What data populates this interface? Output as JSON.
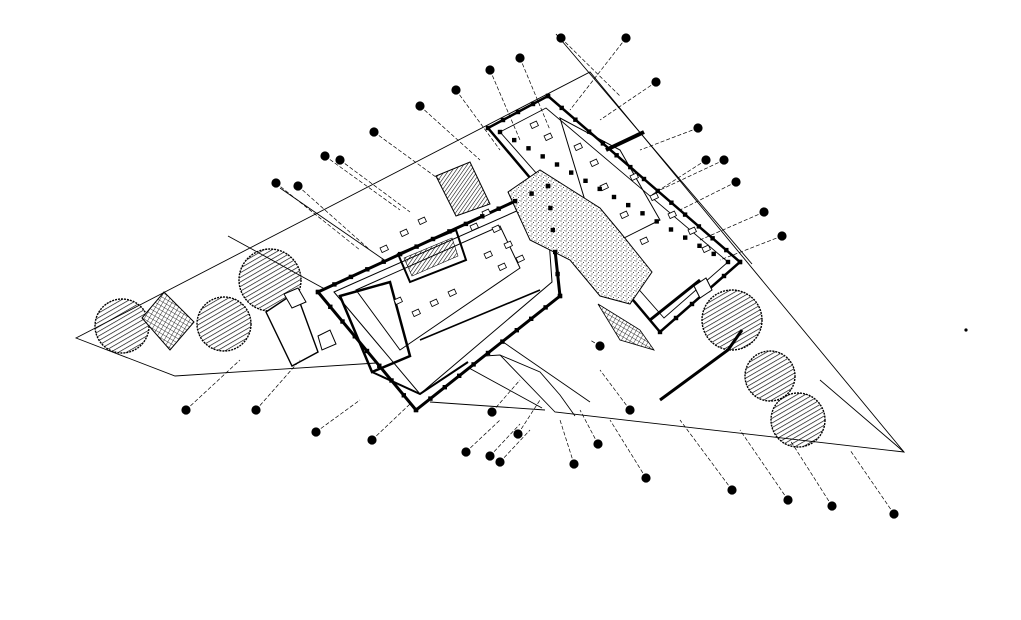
{
  "drawing": {
    "type": "architectural site plan (CAD linework)",
    "colors": {
      "background": "#ffffff",
      "ink": "#000000"
    },
    "callout_bubbles": [
      {
        "id": "n1",
        "label": ""
      },
      {
        "id": "n2",
        "label": ""
      },
      {
        "id": "n3",
        "label": ""
      },
      {
        "id": "n4",
        "label": ""
      },
      {
        "id": "n5",
        "label": ""
      },
      {
        "id": "n6",
        "label": ""
      },
      {
        "id": "n7",
        "label": ""
      },
      {
        "id": "n8",
        "label": ""
      },
      {
        "id": "n9",
        "label": ""
      },
      {
        "id": "n10",
        "label": ""
      },
      {
        "id": "n11",
        "label": ""
      },
      {
        "id": "n12",
        "label": ""
      },
      {
        "id": "n13",
        "label": ""
      },
      {
        "id": "n14",
        "label": ""
      },
      {
        "id": "n15",
        "label": ""
      },
      {
        "id": "n16",
        "label": ""
      },
      {
        "id": "n17",
        "label": ""
      },
      {
        "id": "n18",
        "label": ""
      },
      {
        "id": "n19",
        "label": ""
      },
      {
        "id": "n20",
        "label": ""
      },
      {
        "id": "s1",
        "label": ""
      },
      {
        "id": "s2",
        "label": ""
      },
      {
        "id": "s3",
        "label": ""
      },
      {
        "id": "s4",
        "label": ""
      },
      {
        "id": "s5",
        "label": ""
      },
      {
        "id": "s6",
        "label": ""
      },
      {
        "id": "s7",
        "label": ""
      },
      {
        "id": "s8",
        "label": ""
      },
      {
        "id": "s9",
        "label": ""
      },
      {
        "id": "s10",
        "label": ""
      },
      {
        "id": "s11",
        "label": ""
      },
      {
        "id": "s12",
        "label": ""
      },
      {
        "id": "s13",
        "label": ""
      },
      {
        "id": "s14",
        "label": ""
      },
      {
        "id": "s15",
        "label": ""
      },
      {
        "id": "s16",
        "label": ""
      },
      {
        "id": "s17",
        "label": ""
      }
    ]
  }
}
